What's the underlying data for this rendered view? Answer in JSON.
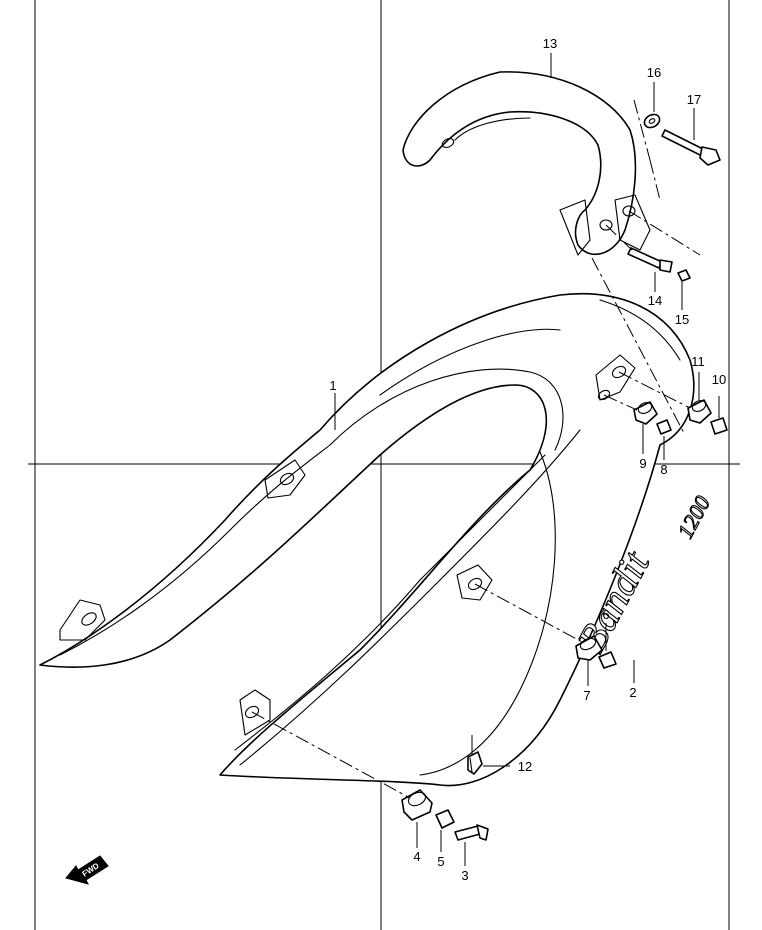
{
  "callouts": {
    "c1": "1",
    "c2": "2",
    "c3": "3",
    "c4": "4",
    "c5": "5",
    "c6": "6",
    "c7": "7",
    "c8": "8",
    "c9": "9",
    "c10": "10",
    "c11": "11",
    "c12": "12",
    "c13": "13",
    "c14": "14",
    "c15": "15",
    "c16": "16",
    "c17": "17"
  },
  "emblem": {
    "script": "Bandit",
    "number": "1200"
  },
  "fwd_arrow": {
    "text": "FWD"
  },
  "icons": {
    "fwd": "fwd-arrow-icon"
  }
}
